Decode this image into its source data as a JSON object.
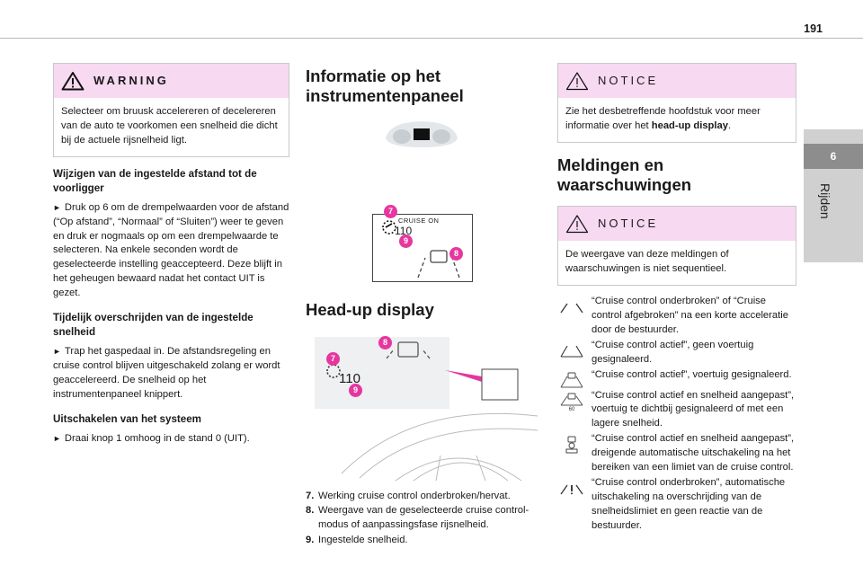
{
  "page": {
    "number": "191"
  },
  "side_tab": {
    "chapter_number": "6",
    "chapter_title": "Rijden"
  },
  "col1": {
    "warning": {
      "title": "WARNING",
      "text": "Selecteer om bruusk accelereren of decelereren van de auto te voorkomen een snelheid die dicht bij de actuele rijsnelheid ligt."
    },
    "h_distance": "Wijzigen van de ingestelde afstand tot de voorligger",
    "p_distance": "Druk op 6 om de drempelwaarden voor de afstand (“Op afstand”, “Normaal” of “Sluiten”) weer te geven en druk er nogmaals op om een drempelwaarde te selecteren. Na enkele seconden wordt de geselecteerde instelling geaccepteerd. Deze blijft in het geheugen bewaard nadat het contact UIT is gezet.",
    "h_exceed": "Tijdelijk overschrijden van de ingestelde snelheid",
    "p_exceed": "Trap het gaspedaal in. De afstandsregeling en cruise control blijven uitgeschakeld zolang er wordt geaccelereerd. De snelheid op het instrumentenpaneel knippert.",
    "h_off": "Uitschakelen van het systeem",
    "p_off": "Draai knop 1 omhoog in de stand 0 (UIT)."
  },
  "col2": {
    "h_panel": "Informatie op het instrumentenpaneel",
    "panel_fig": {
      "badge_7": "7",
      "badge_8": "8",
      "badge_9": "9",
      "cruise_text": "CRUISE ON",
      "speed": "110"
    },
    "h_hud": "Head-up display",
    "hud_fig": {
      "badge_7": "7",
      "badge_8": "8",
      "badge_9": "9",
      "speed": "110"
    },
    "legend": [
      {
        "num": "7.",
        "text": "Werking cruise control onderbroken/hervat."
      },
      {
        "num": "8.",
        "text": "Weergave van de geselecteerde cruise control-modus of aanpassingsfase rijsnelheid."
      },
      {
        "num": "9.",
        "text": "Ingestelde snelheid."
      }
    ]
  },
  "col3": {
    "notice1": {
      "title": "NOTICE",
      "text_pre": "Zie het desbetreffende hoofdstuk voor meer informatie over het ",
      "text_bold": "head-up display",
      "text_post": "."
    },
    "h_msgs": "Meldingen en waarschuwingen",
    "notice2": {
      "title": "NOTICE",
      "text": "De weergave van deze meldingen of waarschuwingen is niet sequentieel."
    },
    "messages": [
      "“Cruise control onderbroken” of “Cruise control afgebroken” na een korte acceleratie door de bestuurder.",
      "“Cruise control actief”, geen voertuig gesignaleerd.",
      "“Cruise control actief”, voertuig gesignaleerd.",
      "“Cruise control actief en snelheid aangepast”, voertuig te dichtbij gesignaleerd of met een lagere snelheid.",
      "“Cruise control actief en snelheid aangepast”, dreigende automatische uitschakeling na het bereiken van een limiet van de cruise control.",
      "“Cruise control onderbroken”, automatische uitschakeling na overschrijding van de snelheidslimiet en geen reactie van de bestuurder."
    ],
    "icon_labels": {
      "speed_60": "60"
    }
  },
  "colors": {
    "box_header": "#f7d9f1",
    "badge": "#e6379e",
    "side_tab": "#d0d0d0",
    "side_tab_num": "#8d8d8d"
  }
}
